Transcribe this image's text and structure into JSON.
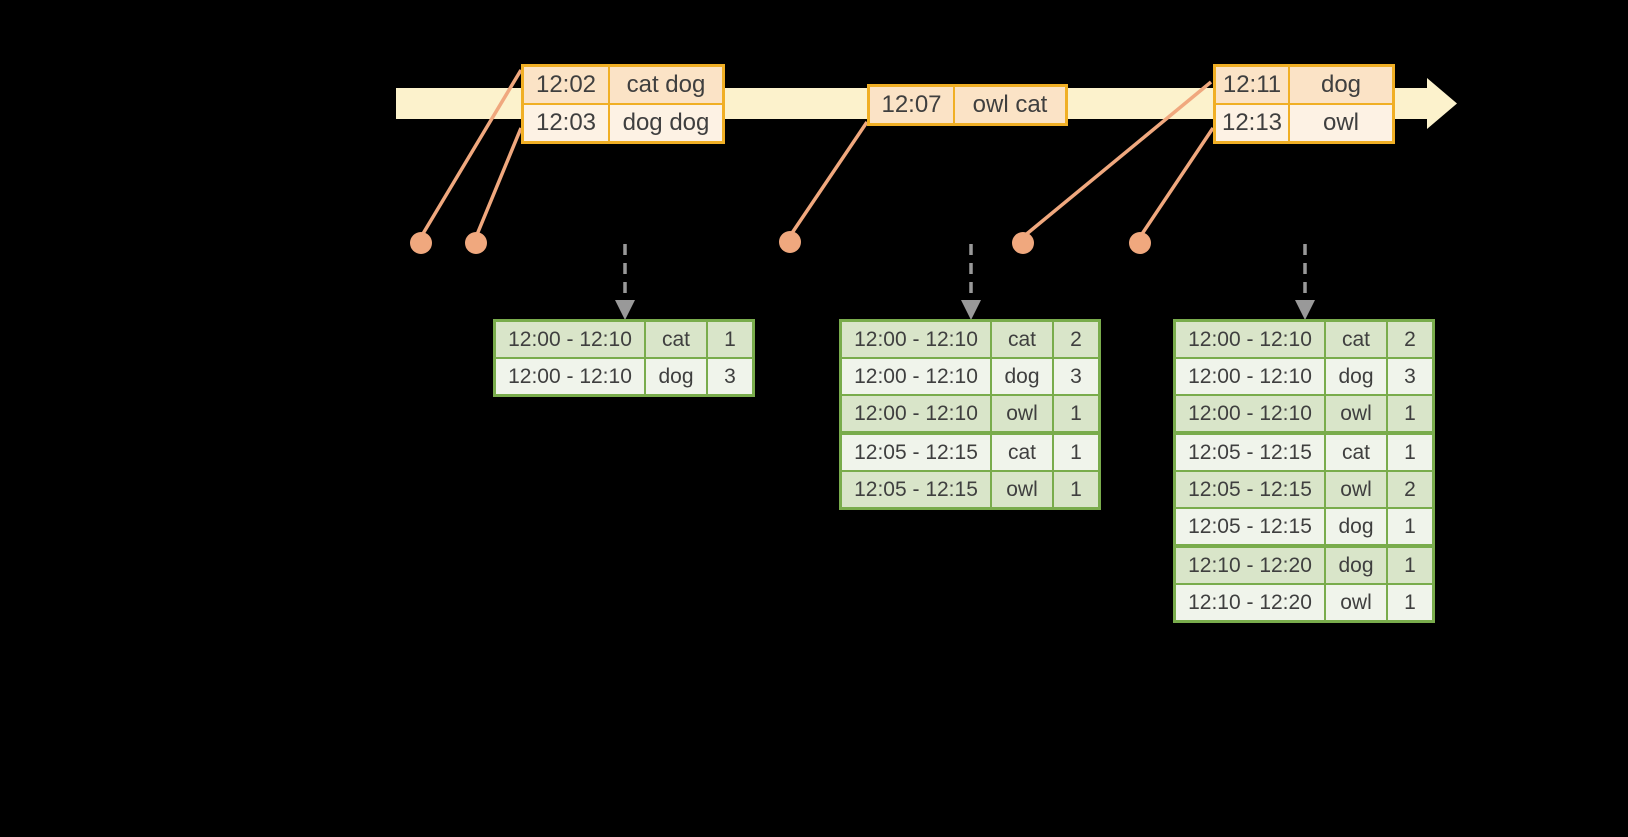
{
  "colors": {
    "background": "#000000",
    "timeline_bar": "#FCF2CC",
    "event_border": "#F0AF25",
    "event_row_dark": "#FBE3C6",
    "event_row_light": "#FDF2E4",
    "marker": "#F0A87E",
    "result_border": "#79AC4C",
    "result_row_dark": "#D9E5C9",
    "result_row_light": "#F0F4EB",
    "arrow_grey": "#999999",
    "text": "#3F3F3F"
  },
  "timeline": {
    "event_tables": [
      {
        "rows": [
          [
            "12:02",
            "cat dog"
          ],
          [
            "12:03",
            "dog dog"
          ]
        ]
      },
      {
        "rows": [
          [
            "12:07",
            "owl cat"
          ]
        ]
      },
      {
        "rows": [
          [
            "12:11",
            "dog"
          ],
          [
            "12:13",
            "owl"
          ]
        ]
      }
    ]
  },
  "result_tables": [
    {
      "rows": [
        [
          "12:00 - 12:10",
          "cat",
          "1"
        ],
        [
          "12:00 - 12:10",
          "dog",
          "3"
        ]
      ]
    },
    {
      "rows": [
        [
          "12:00 - 12:10",
          "cat",
          "2"
        ],
        [
          "12:00 - 12:10",
          "dog",
          "3"
        ],
        [
          "12:00 - 12:10",
          "owl",
          "1"
        ],
        [
          "12:05 - 12:15",
          "cat",
          "1"
        ],
        [
          "12:05 - 12:15",
          "owl",
          "1"
        ]
      ]
    },
    {
      "rows": [
        [
          "12:00 - 12:10",
          "cat",
          "2"
        ],
        [
          "12:00 - 12:10",
          "dog",
          "3"
        ],
        [
          "12:00 - 12:10",
          "owl",
          "1"
        ],
        [
          "12:05 - 12:15",
          "cat",
          "1"
        ],
        [
          "12:05 - 12:15",
          "owl",
          "2"
        ],
        [
          "12:05 - 12:15",
          "dog",
          "1"
        ],
        [
          "12:10 - 12:20",
          "dog",
          "1"
        ],
        [
          "12:10 - 12:20",
          "owl",
          "1"
        ]
      ]
    }
  ]
}
